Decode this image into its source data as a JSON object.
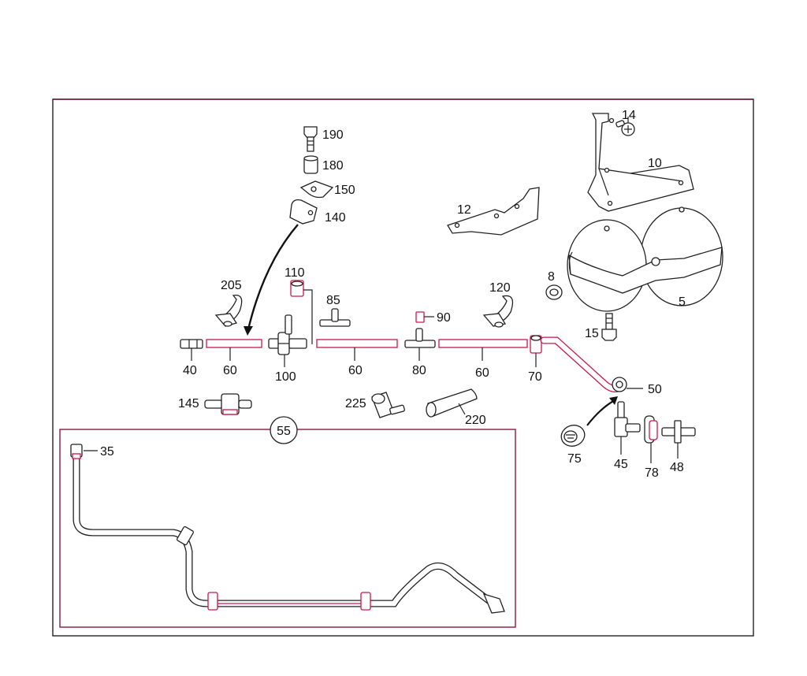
{
  "diagram": {
    "inset_label": "55",
    "parts": [
      {
        "id": "p190",
        "label": "190"
      },
      {
        "id": "p180",
        "label": "180"
      },
      {
        "id": "p150",
        "label": "150"
      },
      {
        "id": "p140",
        "label": "140"
      },
      {
        "id": "p205",
        "label": "205"
      },
      {
        "id": "p110",
        "label": "110"
      },
      {
        "id": "p85",
        "label": "85"
      },
      {
        "id": "p90",
        "label": "90"
      },
      {
        "id": "p120",
        "label": "120"
      },
      {
        "id": "p8",
        "label": "8"
      },
      {
        "id": "p5",
        "label": "5"
      },
      {
        "id": "p15",
        "label": "15"
      },
      {
        "id": "p14",
        "label": "14"
      },
      {
        "id": "p10",
        "label": "10"
      },
      {
        "id": "p12",
        "label": "12"
      },
      {
        "id": "p40",
        "label": "40"
      },
      {
        "id": "p60a",
        "label": "60"
      },
      {
        "id": "p100",
        "label": "100"
      },
      {
        "id": "p60b",
        "label": "60"
      },
      {
        "id": "p80",
        "label": "80"
      },
      {
        "id": "p60c",
        "label": "60"
      },
      {
        "id": "p70",
        "label": "70"
      },
      {
        "id": "p50",
        "label": "50"
      },
      {
        "id": "p145",
        "label": "145"
      },
      {
        "id": "p225",
        "label": "225"
      },
      {
        "id": "p220",
        "label": "220"
      },
      {
        "id": "p75",
        "label": "75"
      },
      {
        "id": "p45",
        "label": "45"
      },
      {
        "id": "p78",
        "label": "78"
      },
      {
        "id": "p48",
        "label": "48"
      },
      {
        "id": "p35",
        "label": "35"
      }
    ]
  },
  "colors": {
    "accent": "#c8174a",
    "line": "#222222",
    "frame_top": "#6b1a2e"
  }
}
